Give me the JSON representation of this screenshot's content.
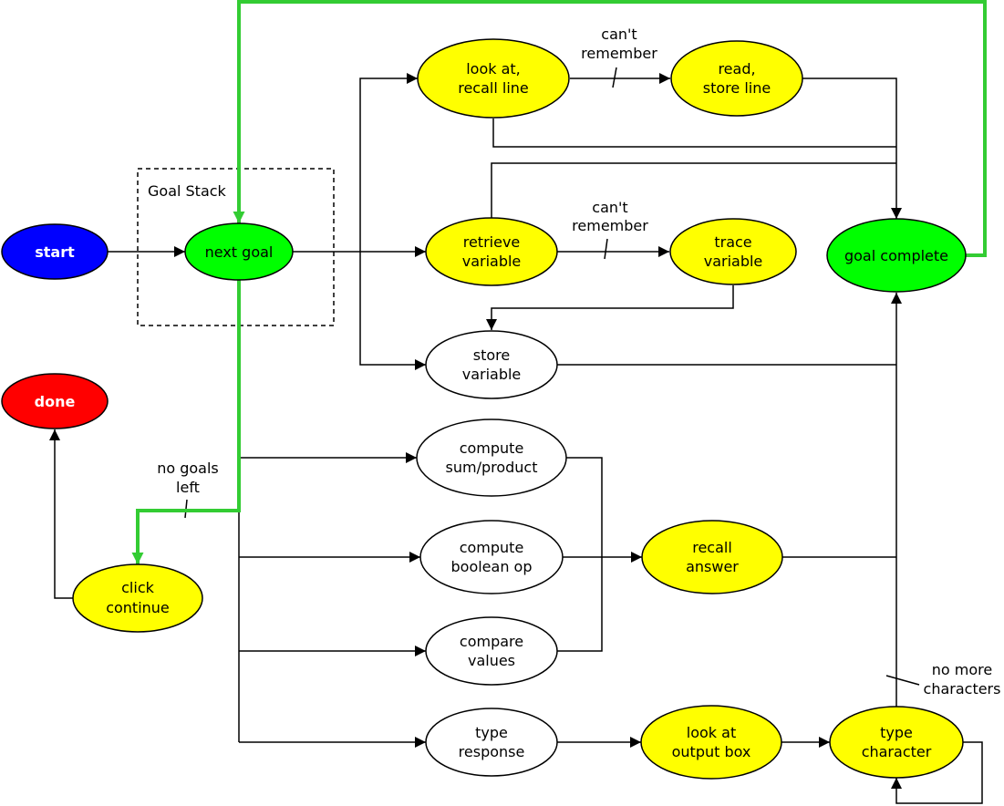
{
  "colors": {
    "start": "#0000ff",
    "done": "#ff0000",
    "green": "#00ff00",
    "yellow": "#ffff00",
    "white": "#ffffff",
    "green_edge": "#33cc33"
  },
  "goal_stack_label": "Goal Stack",
  "nodes": {
    "start": "start",
    "done": "done",
    "next_goal": "next goal",
    "goal_complete": "goal complete",
    "look_at_recall_line": [
      "look at,",
      "recall line"
    ],
    "read_store_line": [
      "read,",
      "store line"
    ],
    "retrieve_variable": [
      "retrieve",
      "variable"
    ],
    "trace_variable": [
      "trace",
      "variable"
    ],
    "store_variable": [
      "store",
      "variable"
    ],
    "compute_sum_product": [
      "compute",
      "sum/product"
    ],
    "compute_boolean_op": [
      "compute",
      "boolean op"
    ],
    "compare_values": [
      "compare",
      "values"
    ],
    "recall_answer": [
      "recall",
      "answer"
    ],
    "type_response": [
      "type",
      "response"
    ],
    "look_at_output_box": [
      "look at",
      "output box"
    ],
    "type_character": [
      "type",
      "character"
    ],
    "click_continue": [
      "click",
      "continue"
    ]
  },
  "edge_labels": {
    "cant_remember_1": [
      "can't",
      "remember"
    ],
    "cant_remember_2": [
      "can't",
      "remember"
    ],
    "no_goals_left": [
      "no goals",
      "left"
    ],
    "no_more_characters": [
      "no more",
      "characters"
    ]
  }
}
